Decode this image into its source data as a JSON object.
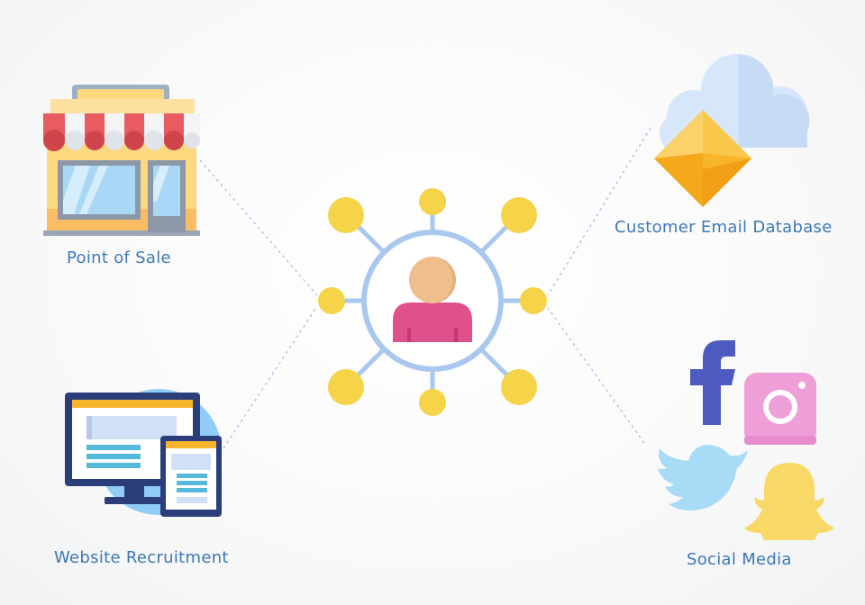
{
  "colors": {
    "label": "#3d78b6",
    "connector": "#9dbde6",
    "hub_ring": "#a9c8f0",
    "node": "#f5d44a",
    "person_head": "#efbe8c",
    "person_body": "#e0508a",
    "awning_red": "#e85c61",
    "store_wall": "#fcd87e",
    "monitor": "#2c3e7a",
    "cloud": "#d6e6fb",
    "envelope": "#f7b52c",
    "facebook": "#4d5bc0",
    "instagram": "#ee9fd7",
    "twitter": "#a8dcf6",
    "snapchat": "#f8d866"
  },
  "sources": [
    {
      "id": "pos",
      "label": "Point of Sale",
      "icon": "storefront-icon"
    },
    {
      "id": "web",
      "label": "Website Recruitment",
      "icon": "website-devices-icon"
    },
    {
      "id": "email",
      "label": "Customer Email Database",
      "icon": "email-cloud-icon"
    },
    {
      "id": "social",
      "label": "Social Media",
      "icon": "social-media-icons"
    }
  ],
  "hub": {
    "icon": "customer-network-icon"
  }
}
